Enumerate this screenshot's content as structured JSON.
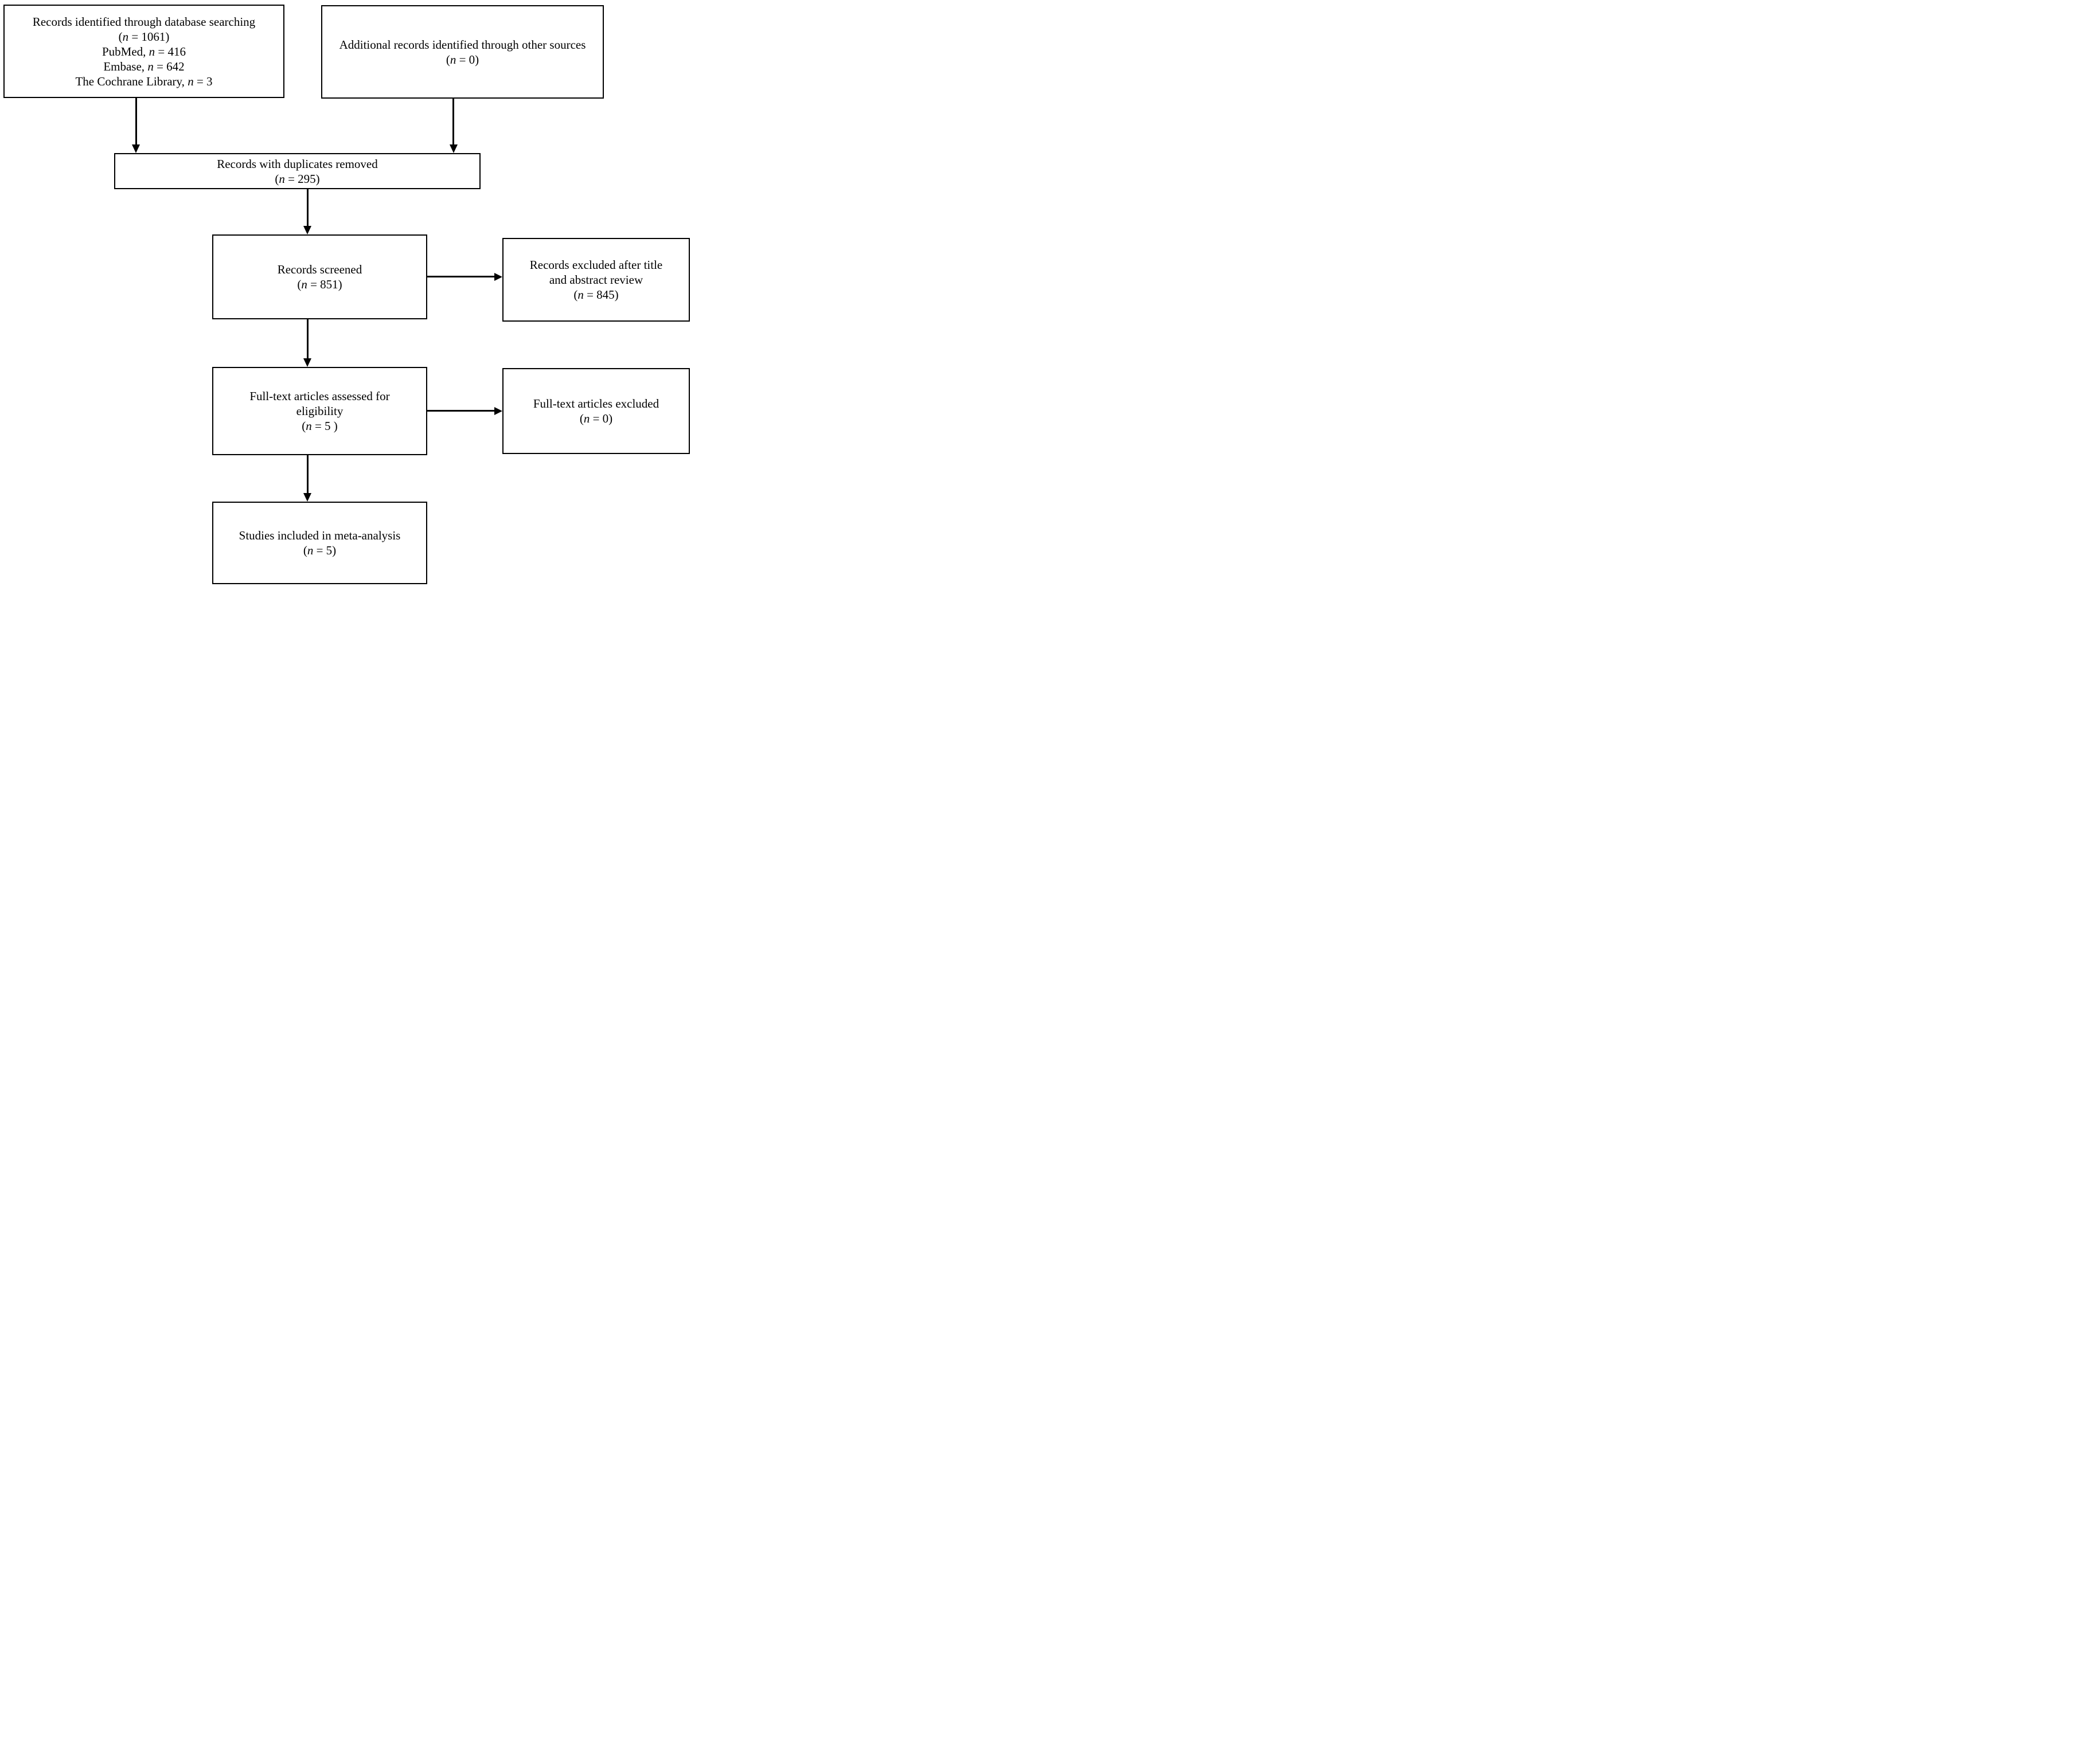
{
  "diagram": {
    "title": "PRISMA study selection flow diagram",
    "colors": {
      "background": "#ffffff",
      "line": "#000000",
      "text": "#000000"
    },
    "boxes": {
      "identified": {
        "lines": [
          "Records identified through database searching",
          "(n = 1061)",
          "PubMed, n = 416",
          "Embase, n = 642",
          "The Cochrane Library, n = 3"
        ]
      },
      "additional": {
        "lines": [
          "Additional records identified through other sources",
          "(n = 0)"
        ]
      },
      "duplicates_removed": {
        "lines": [
          "Records with duplicates removed",
          "(n = 295)"
        ]
      },
      "screened": {
        "lines": [
          "Records screened",
          "(n = 851)"
        ]
      },
      "excluded_title_abstract": {
        "lines": [
          "Records excluded after title",
          "and abstract review",
          "(n = 845)"
        ]
      },
      "fulltext_assessed": {
        "lines": [
          "Full-text articles assessed for",
          "eligibility",
          "(n = 5 )"
        ]
      },
      "fulltext_excluded": {
        "lines": [
          "Full-text articles excluded",
          "(n = 0)"
        ]
      },
      "included": {
        "lines": [
          "Studies included in meta-analysis",
          "(n = 5)"
        ]
      }
    }
  }
}
